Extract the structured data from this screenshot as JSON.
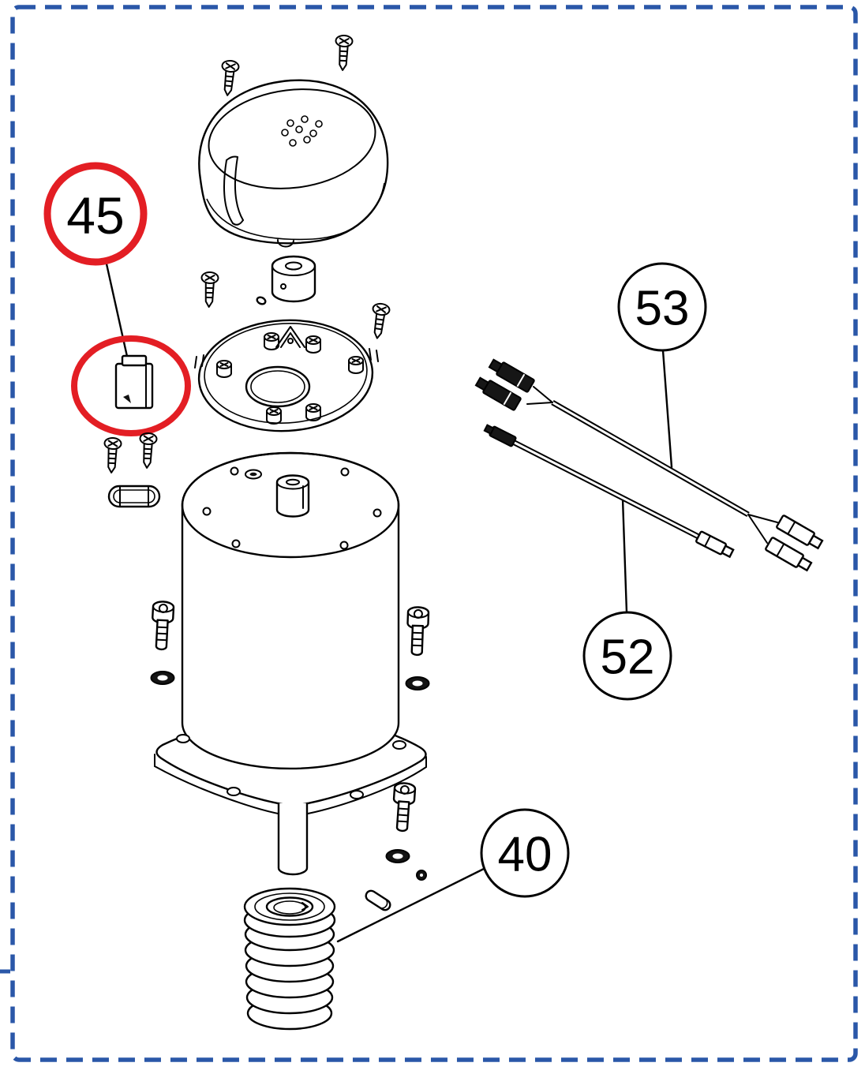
{
  "figure_type": "exploded-parts-diagram",
  "callouts": [
    {
      "label": "45",
      "highlighted": true
    },
    {
      "label": "53",
      "highlighted": false
    },
    {
      "label": "52",
      "highlighted": false
    },
    {
      "label": "40",
      "highlighted": false
    }
  ],
  "colors": {
    "border": "#2a57a8",
    "highlight": "#e31e24",
    "line": "#000000",
    "background": "#ffffff"
  }
}
